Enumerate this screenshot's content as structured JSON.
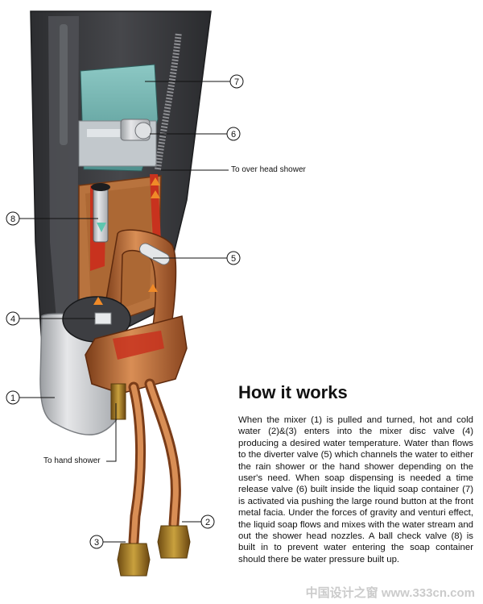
{
  "callouts": [
    {
      "id": "7",
      "label": "7"
    },
    {
      "id": "6",
      "label": "6"
    },
    {
      "id": "8",
      "label": "8"
    },
    {
      "id": "5",
      "label": "5"
    },
    {
      "id": "4",
      "label": "4"
    },
    {
      "id": "1",
      "label": "1"
    },
    {
      "id": "3",
      "label": "3"
    },
    {
      "id": "2",
      "label": "2"
    }
  ],
  "annotations": {
    "overhead": "To over head shower",
    "hand": "To hand shower"
  },
  "text": {
    "title": "How it works",
    "body": "When the mixer (1) is pulled and turned, hot and cold water (2)&(3) enters into the mixer disc valve (4) producing a desired water temperature. Water than flows to the diverter valve (5) which channels the water to either the rain shower or the hand shower depending on the user's need. When soap dispensing is needed a time release valve (6) built inside the liquid soap container (7) is activated via pushing the large round button at the front metal facia. Under the forces of gravity and venturi effect, the liquid soap flows and mixes with the water stream and out the shower head nozzles. A ball check valve (8) is built in to prevent water entering the soap container should there be water pressure built up."
  },
  "watermark": "中国设计之窗 www.333cn.com",
  "colors": {
    "housing": "#3a3b3e",
    "housing_edge": "#1e1f21",
    "metal": "#c9cbce",
    "copper": "#b66a35",
    "copper_dark": "#7a3c18",
    "water_red": "#c8321e",
    "tank": "#6fb3b0",
    "arrow": "#f08a28"
  }
}
